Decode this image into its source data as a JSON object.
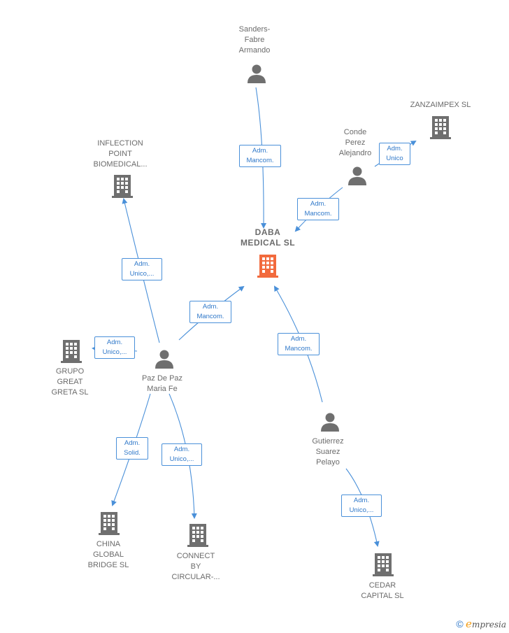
{
  "nodes": {
    "sanders": {
      "label": "Sanders-\nFabre\nArmando",
      "type": "person"
    },
    "zanzaimpex": {
      "label": "ZANZAIMPEX SL",
      "type": "company"
    },
    "conde": {
      "label": "Conde\nPerez\nAlejandro",
      "type": "person"
    },
    "inflection": {
      "label": "INFLECTION\nPOINT\nBIOMEDICAL...",
      "type": "company"
    },
    "daba": {
      "label": "DABA\nMEDICAL SL",
      "type": "company-focus"
    },
    "grupo": {
      "label": "GRUPO\nGREAT\nGRETA SL",
      "type": "company"
    },
    "pazdepaz": {
      "label": "Paz De Paz\nMaria Fe",
      "type": "person"
    },
    "gutierrez": {
      "label": "Gutierrez\nSuarez\nPelayo",
      "type": "person"
    },
    "china": {
      "label": "CHINA\nGLOBAL\nBRIDGE SL",
      "type": "company"
    },
    "connect": {
      "label": "CONNECT\nBY\nCIRCULAR-...",
      "type": "company"
    },
    "cedar": {
      "label": "CEDAR\nCAPITAL SL",
      "type": "company"
    }
  },
  "edges": {
    "sanders_daba": "Adm.\nMancom.",
    "conde_zanzaimpex": "Adm.\nUnico",
    "conde_daba": "Adm.\nMancom.",
    "paz_inflection": "Adm.\nUnico,...",
    "paz_daba": "Adm.\nMancom.",
    "paz_grupo": "Adm.\nUnico,...",
    "paz_china": "Adm.\nSolid.",
    "paz_connect": "Adm.\nUnico,...",
    "gutierrez_daba": "Adm.\nMancom.",
    "gutierrez_cedar": "Adm.\nUnico,..."
  },
  "colors": {
    "edge": "#4a90d9",
    "company": "#6f6f6f",
    "focus": "#f26a3d",
    "person": "#6f6f6f"
  },
  "footer": {
    "copyright": "©",
    "brand_initial": "e",
    "brand_rest": "mpresia"
  }
}
